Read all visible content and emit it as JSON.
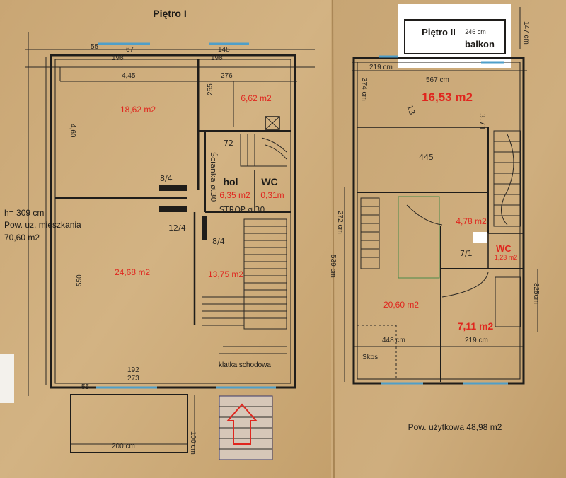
{
  "left_plan": {
    "title": "Piętro I",
    "info": {
      "height": "h= 309 cm",
      "usable_label": "Pow. uz. mieszkania",
      "usable_value": "70,60 m2"
    },
    "rooms": [
      {
        "area": "18,62 m2"
      },
      {
        "area": "6,62 m2"
      },
      {
        "name": "hol",
        "area": "6,35 m2"
      },
      {
        "name": "WC",
        "area": "0,31m"
      },
      {
        "area": "24,68 m2"
      },
      {
        "area": "13,75 m2"
      }
    ],
    "stair_label": "klatka schodowa",
    "dims": {
      "d55_top": "55",
      "d198_a": "198",
      "d67": "67",
      "d148": "148",
      "d198_b": "198",
      "d445": "4,45",
      "d276": "276",
      "d255": "255",
      "d460": "4,60",
      "d550": "550",
      "d192": "192",
      "d273": "273",
      "d55_bottom": "55",
      "d200": "200 cm",
      "d100": "100 cm"
    },
    "hand_notes": {
      "n84a": "8/4",
      "n124": "12/4",
      "n84b": "8/4",
      "n72": "72",
      "n_vert": "Ścianka ø.30",
      "n_horiz": "STROP ø.30"
    }
  },
  "right_plan": {
    "title": "Piętro II",
    "balcony_width": "246 cm",
    "balcony_label": "balkon",
    "rooms": [
      {
        "area": "16,53 m2"
      },
      {
        "area": "4,78 m2"
      },
      {
        "name": "WC",
        "area": "1,23 m2"
      },
      {
        "area": "20,60 m2"
      },
      {
        "area": "7,11 m2"
      }
    ],
    "dims": {
      "d147": "147 cm",
      "d219_top": "219 cm",
      "d567": "567 cm",
      "d374": "374 cm",
      "d445": "445",
      "d371": "3.71",
      "d272": "272 cm",
      "d539": "539 cm",
      "d325": "325cm",
      "d448": "448 cm",
      "d219_bottom": "219 cm",
      "skos": "Skos",
      "n13": "13",
      "n71": "7/1"
    },
    "usable_area": "Pow. użytkowa 48,98 m2"
  }
}
